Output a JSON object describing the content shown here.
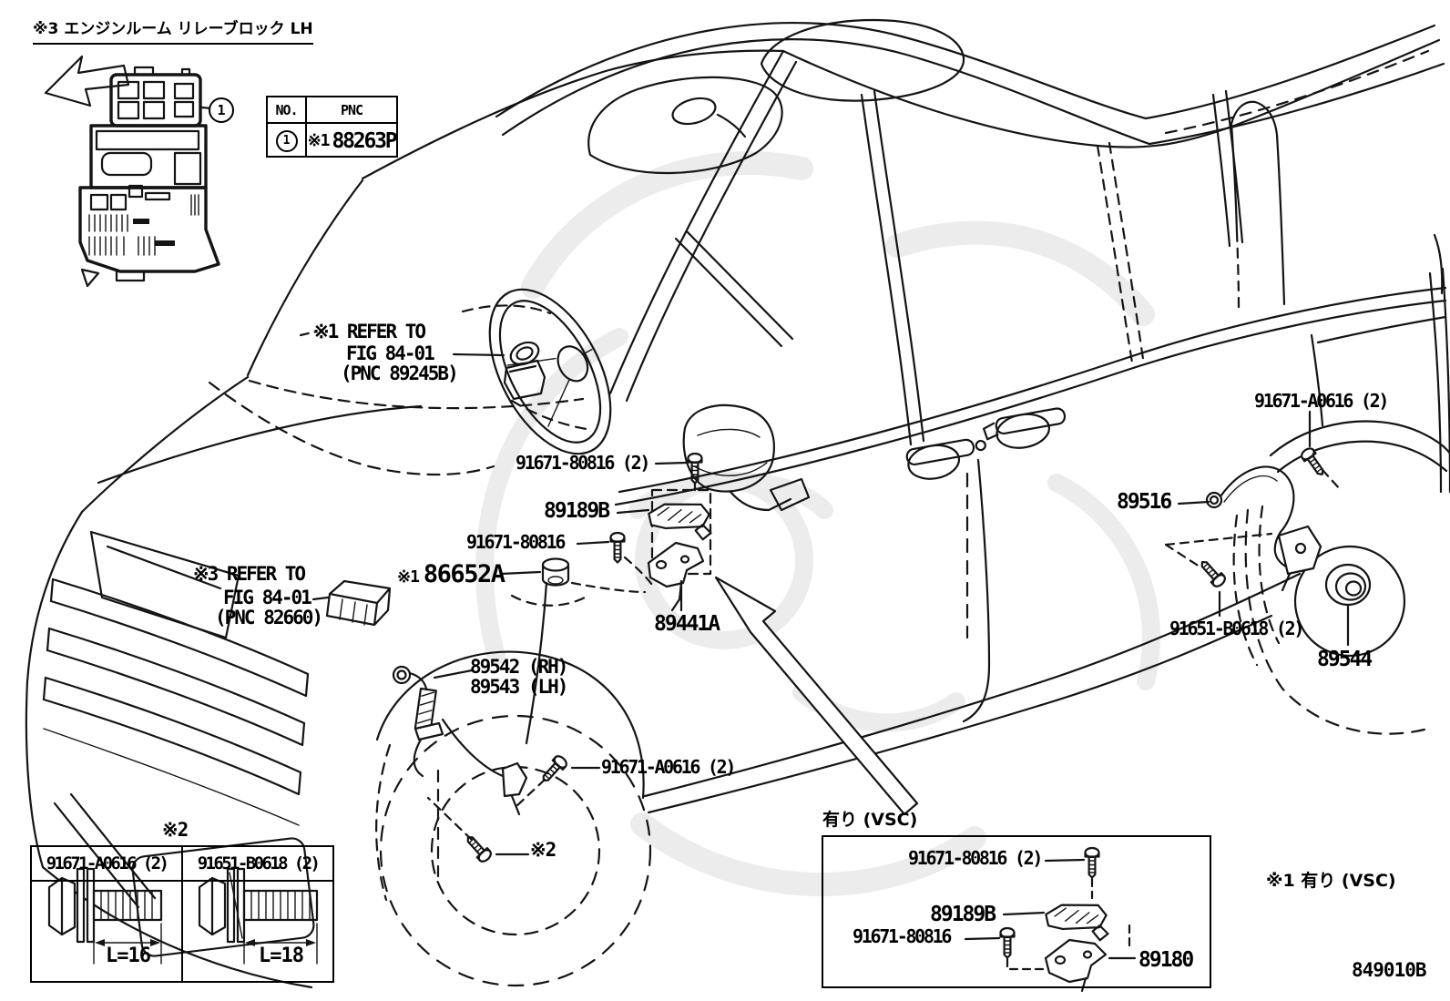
{
  "inset": {
    "title": "※3 エンジンルーム リレーブロック LH",
    "callout_no": "1",
    "table": {
      "no_header": "NO.",
      "pnc_header": "PNC",
      "row_no": "1",
      "row_prefix": "※1",
      "row_pnc": "88263P"
    }
  },
  "callouts": {
    "refer1": {
      "l1": "※1 REFER TO",
      "l2": "FIG 84-01",
      "l3": "(PNC 89245B)"
    },
    "refer3": {
      "l1": "※3 REFER TO",
      "l2": "FIG 84-01",
      "l3": "(PNC 82660)"
    },
    "bolt_80816_qty2": "91671-80816 (2)",
    "clamp": "89189B",
    "bolt_80816": "91671-80816",
    "grommet_prefix": "※1",
    "grommet_part": "86652A",
    "bracket": "89441A",
    "front_sensor_rh": "89542 (RH)",
    "front_sensor_lh": "89543 (LH)",
    "front_bolt": "91671-A0616 (2)",
    "front_ref2": "※2",
    "rear_bolt": "91671-A0616 (2)",
    "rear_harness": "89516",
    "rear_hub_bolt": "91651-B0618 (2)",
    "rear_cap": "89544"
  },
  "bolt_table": {
    "ref": "※2",
    "col1": {
      "part": "91671-A0616 (2)",
      "length": "L=16"
    },
    "col2": {
      "part": "91651-B0618 (2)",
      "length": "L=18"
    }
  },
  "vsc_box": {
    "title": "有り (VSC)",
    "bolt_top": "91671-80816 (2)",
    "clamp": "89189B",
    "bolt_left": "91671-80816",
    "sensor": "89180"
  },
  "footer": {
    "note_vsc": "※1 有り (VSC)",
    "drawing_number": "849010B"
  }
}
